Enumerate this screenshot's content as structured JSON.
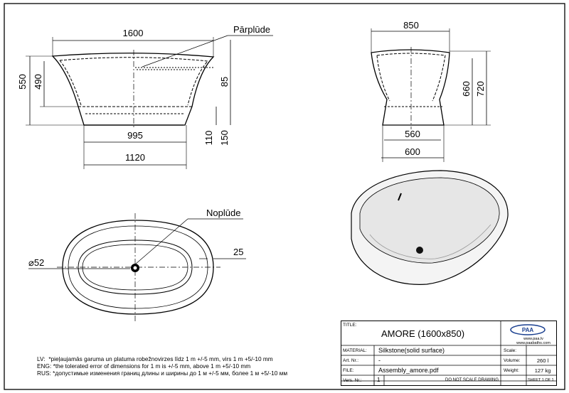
{
  "views": {
    "side": {
      "dims": {
        "top_width": "1600",
        "overall_height": "550",
        "inner_height": "490",
        "overflow_depth": "85",
        "base_inner": "995",
        "base_outer": "1120",
        "base_h1": "110",
        "base_h2": "150"
      },
      "overflow_label": "Pārplūde"
    },
    "end": {
      "dims": {
        "top_width": "850",
        "height_inner": "660",
        "height_outer": "720",
        "base_inner": "560",
        "base_outer": "600"
      }
    },
    "plan": {
      "dims": {
        "drain_diameter": "⌀52",
        "rim_width": "25"
      },
      "drain_label": "Noplūde"
    }
  },
  "notes": [
    {
      "lang": "LV:",
      "text": "*pieļaujamās garuma un platuma robežnovirzes līdz 1 m  +/-5 mm, virs 1 m +5/-10 mm"
    },
    {
      "lang": "ENG:",
      "text": "*the tolerated error of dimensions for 1 m is +/-5 mm, above 1 m +5/-10 mm"
    },
    {
      "lang": "RUS:",
      "text": "*допустимые изменения границ длины и ширины до 1 м +/-5 мм, более 1 м +5/-10 мм"
    }
  ],
  "title_block": {
    "title_label": "TITLE:",
    "title": "AMORE (1600x850)",
    "material_label": "MATERIAL:",
    "material": "Silkstone(solid surface)",
    "art_label": "Art. Nr.:",
    "art": "-",
    "file_label": "FILE:",
    "file": "Assembly_amore.pdf",
    "vers_label": "Vers. Nr.:",
    "vers": "1",
    "noscale": "DO NOT SCALE DRAWING",
    "scale_label": "Scale:",
    "volume_label": "Volume:",
    "volume": "260 l",
    "weight_label": "Weight:",
    "weight": "127 kg",
    "sheet": "SHEET 1 OF 1",
    "logo_text": "PAA",
    "web1": "www.paa.lv",
    "web2": "www.paabaths.com"
  }
}
